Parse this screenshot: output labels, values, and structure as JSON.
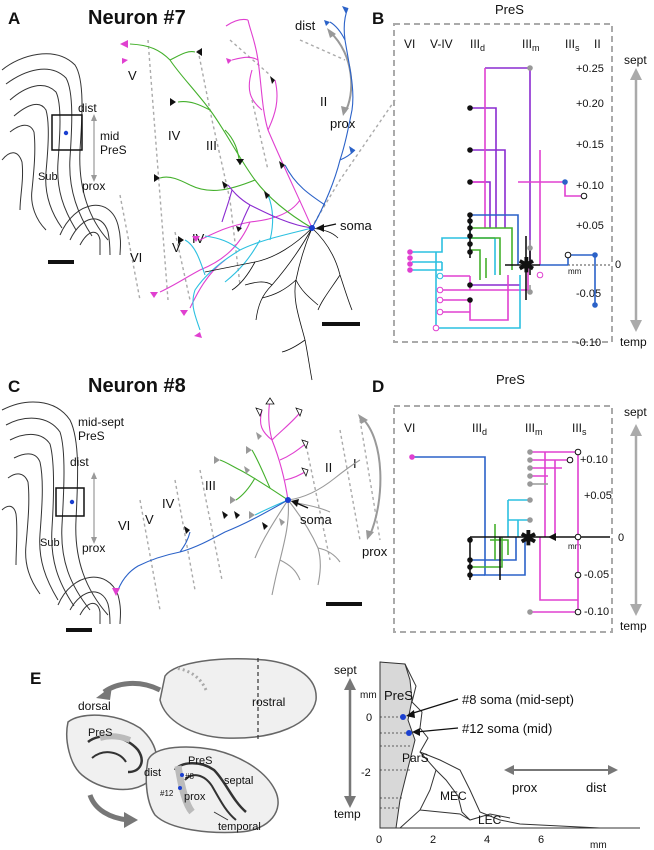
{
  "panels": {
    "A": {
      "label": "A",
      "title": "Neuron #7",
      "region_labels": [
        "dist",
        "mid",
        "PreS",
        "Sub",
        "prox"
      ],
      "direction": {
        "top": "dist",
        "bottom": "prox"
      },
      "layers": [
        "V",
        "IV",
        "III",
        "II",
        "VI",
        "V",
        "IV"
      ],
      "soma_label": "soma"
    },
    "B": {
      "label": "B",
      "header": "PreS",
      "layers": [
        "VI",
        "V-IV",
        "III",
        "d",
        "III",
        "m",
        "III",
        "s",
        "II"
      ],
      "ticks": [
        "+0.25",
        "+0.20",
        "+0.15",
        "+0.10",
        "+0.05",
        "0",
        "mm",
        "-0.05",
        "-0.10"
      ],
      "axis": {
        "top": "sept",
        "bottom": "temp"
      }
    },
    "C": {
      "label": "C",
      "title": "Neuron #8",
      "region_labels": [
        "mid-sept",
        "PreS",
        "dist",
        "Sub",
        "prox"
      ],
      "direction": {
        "top": "dist",
        "bottom": "prox"
      },
      "layers": [
        "VI",
        "V",
        "IV",
        "III",
        "II",
        "I"
      ],
      "soma_label": "soma"
    },
    "D": {
      "label": "D",
      "header": "PreS",
      "layers": [
        "VI",
        "III",
        "d",
        "III",
        "m",
        "III",
        "s"
      ],
      "ticks": [
        "+0.10",
        "+0.05",
        "0",
        "mm",
        "-0.05",
        "-0.10"
      ],
      "axis": {
        "top": "sept",
        "bottom": "temp"
      }
    },
    "E": {
      "label": "E",
      "brain_labels": [
        "dorsal",
        "rostral",
        "PreS",
        "dist",
        "PreS",
        "#8",
        "#12",
        "prox",
        "septal",
        "temporal"
      ],
      "plot": {
        "yaxis": {
          "top": "sept",
          "bottom": "temp",
          "unit": "mm"
        },
        "xaxis_unit": "mm",
        "yticks": [
          "0",
          "-2"
        ],
        "xticks": [
          "0",
          "2",
          "4",
          "6"
        ],
        "region_labels": [
          "PreS",
          "ParS",
          "MEC",
          "LEC"
        ],
        "annotations": [
          "#8 soma (mid-sept)",
          "#12 soma (mid)"
        ],
        "direction": {
          "left": "prox",
          "right": "dist"
        }
      }
    }
  },
  "colors": {
    "magenta": "#e040d0",
    "green": "#44b02c",
    "cyan": "#2cc0e0",
    "blue": "#2b62c8",
    "purple": "#8a2bd0",
    "black": "#111111",
    "gray": "#999999",
    "soma_blue": "#1a3fd0"
  }
}
